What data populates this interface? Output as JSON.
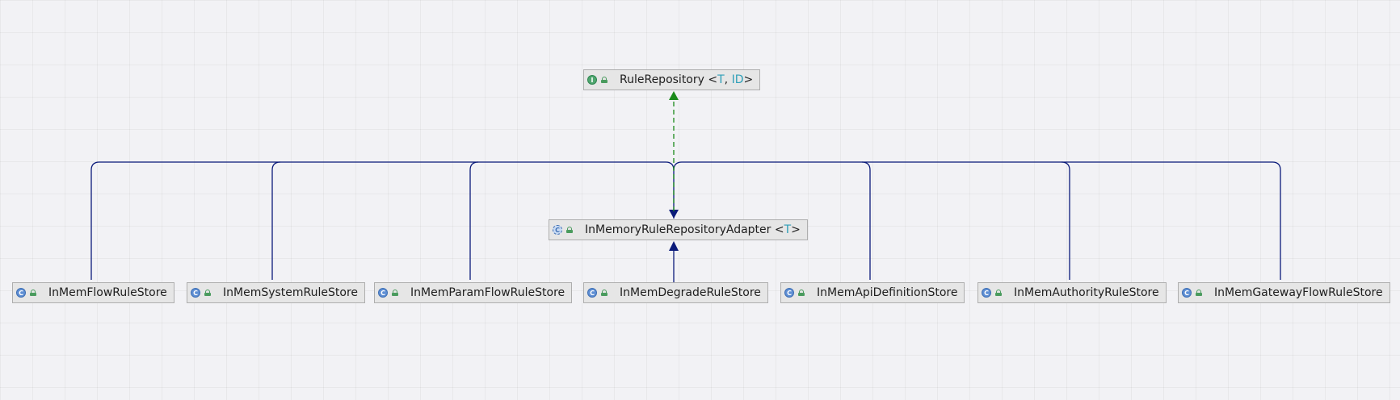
{
  "diagram": {
    "interface_node": {
      "name": "RuleRepository",
      "type_params": [
        "T",
        "ID"
      ],
      "kind_icon": "interface-icon",
      "visibility_icon": "public-lock-icon"
    },
    "abstract_node": {
      "name": "InMemoryRuleRepositoryAdapter",
      "type_params": [
        "T"
      ],
      "kind_icon": "abstract-class-icon",
      "visibility_icon": "public-lock-icon"
    },
    "stores": [
      {
        "name": "InMemFlowRuleStore"
      },
      {
        "name": "InMemSystemRuleStore"
      },
      {
        "name": "InMemParamFlowRuleStore"
      },
      {
        "name": "InMemDegradeRuleStore"
      },
      {
        "name": "InMemApiDefinitionStore"
      },
      {
        "name": "InMemAuthorityRuleStore"
      },
      {
        "name": "InMemGatewayFlowRuleStore"
      }
    ],
    "relations": [
      {
        "from": "InMemoryRuleRepositoryAdapter",
        "to": "RuleRepository",
        "type": "implements"
      },
      {
        "from": "InMemFlowRuleStore",
        "to": "InMemoryRuleRepositoryAdapter",
        "type": "extends"
      },
      {
        "from": "InMemSystemRuleStore",
        "to": "InMemoryRuleRepositoryAdapter",
        "type": "extends"
      },
      {
        "from": "InMemParamFlowRuleStore",
        "to": "InMemoryRuleRepositoryAdapter",
        "type": "extends"
      },
      {
        "from": "InMemDegradeRuleStore",
        "to": "InMemoryRuleRepositoryAdapter",
        "type": "extends"
      },
      {
        "from": "InMemApiDefinitionStore",
        "to": "InMemoryRuleRepositoryAdapter",
        "type": "extends"
      },
      {
        "from": "InMemAuthorityRuleStore",
        "to": "InMemoryRuleRepositoryAdapter",
        "type": "extends"
      },
      {
        "from": "InMemGatewayFlowRuleStore",
        "to": "InMemoryRuleRepositoryAdapter",
        "type": "extends"
      }
    ],
    "colors": {
      "extends_edge": "#0a1a7a",
      "implements_edge": "#1a8a1a",
      "node_fill": "#e6e6e6",
      "node_border": "#aeaeae",
      "type_param": "#2e9fb8"
    }
  }
}
